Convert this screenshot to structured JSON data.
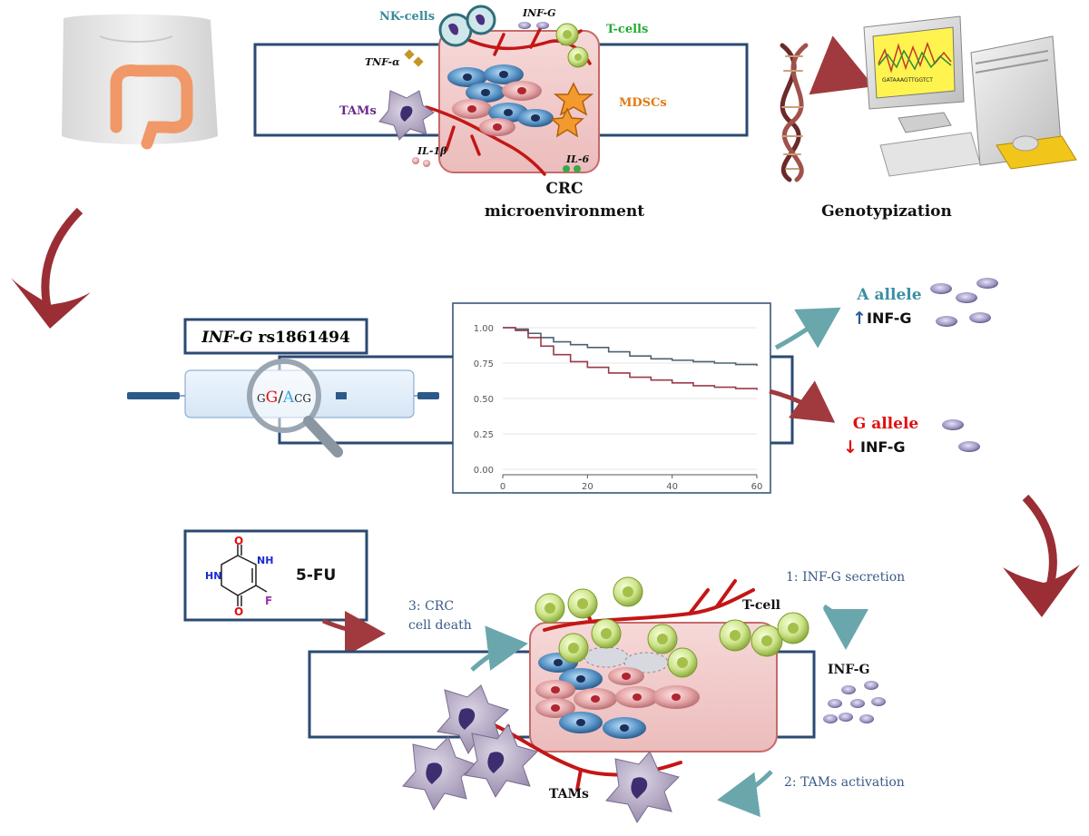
{
  "panel1": {
    "labels": {
      "nk_cells": "NK-cells",
      "inf_g": "INF-G",
      "t_cells": "T-cells",
      "tnf": "TNF-α",
      "tams": "TAMs",
      "mdscs": "MDSCs",
      "il1b": "IL-1β",
      "il6": "IL-6",
      "crc_line1": "CRC",
      "crc_line2": "microenvironment",
      "genotypization": "Genotypization",
      "screen_text": "GATAAAGTTGGTCT"
    },
    "colors": {
      "nk": "#3a8a9a",
      "tcells": "#22a832",
      "tams": "#6a2a8a",
      "mdscs": "#e07a10"
    }
  },
  "panel2": {
    "snp_gene": "INF-G",
    "snp_id": "rs1861494",
    "seq": {
      "p1": "G",
      "p2": "G",
      "slash": "/",
      "p3": "A",
      "p4": "C",
      "p5": "G"
    },
    "a_allele": "A allele",
    "g_allele": "G allele",
    "inf_up": "INF-G",
    "inf_down": "INF-G",
    "arrow_up": "↑",
    "arrow_down": "↓",
    "colors": {
      "a_allele": "#3a8fa5",
      "g_allele": "#e01010"
    }
  },
  "chart_data": {
    "type": "line",
    "title": "",
    "xlabel": "",
    "ylabel": "",
    "xlim": [
      0,
      60
    ],
    "ylim": [
      0,
      1
    ],
    "x_ticks": [
      0,
      20,
      40,
      60
    ],
    "y_ticks": [
      "0.00",
      "0.25",
      "0.50",
      "0.75",
      "1.00"
    ],
    "series": [
      {
        "color": "#4a6272",
        "x": [
          0,
          3,
          6,
          9,
          12,
          16,
          20,
          25,
          30,
          35,
          40,
          45,
          50,
          55,
          60
        ],
        "y": [
          1.0,
          0.99,
          0.96,
          0.93,
          0.9,
          0.88,
          0.86,
          0.83,
          0.8,
          0.78,
          0.77,
          0.76,
          0.75,
          0.74,
          0.73
        ]
      },
      {
        "color": "#9a3a48",
        "x": [
          0,
          3,
          6,
          9,
          12,
          16,
          20,
          25,
          30,
          35,
          40,
          45,
          50,
          55,
          60
        ],
        "y": [
          1.0,
          0.98,
          0.93,
          0.87,
          0.81,
          0.76,
          0.72,
          0.68,
          0.65,
          0.63,
          0.61,
          0.59,
          0.58,
          0.57,
          0.56
        ]
      }
    ]
  },
  "panel3": {
    "drug": "5-FU",
    "mol_labels": {
      "o1": "O",
      "o2": "O",
      "nh1": "NH",
      "nh2": "HN",
      "f": "F"
    },
    "step3_line1": "3: CRC",
    "step3_line2": "cell death",
    "step1": "1: INF-G secretion",
    "step2": "2: TAMs activation",
    "tcell": "T-cell",
    "inf_g": "INF-G",
    "tams": "TAMs",
    "colors": {
      "steps": "#3a5a8a"
    }
  }
}
